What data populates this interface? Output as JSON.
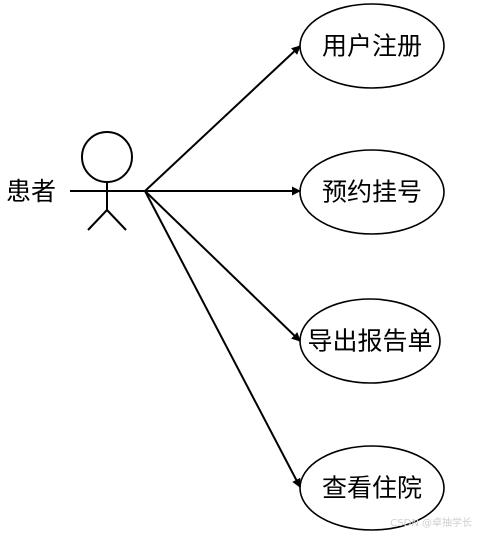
{
  "actor": {
    "label": "患者",
    "icon": "stick-figure-actor"
  },
  "use_cases": [
    {
      "label": "用户注册"
    },
    {
      "label": "预约挂号"
    },
    {
      "label": "导出报告单"
    },
    {
      "label": "查看住院"
    }
  ],
  "watermark": "CSDN @卓抽学长",
  "colors": {
    "line": "#000000",
    "background": "#ffffff",
    "watermark": "#cfcfcf"
  }
}
